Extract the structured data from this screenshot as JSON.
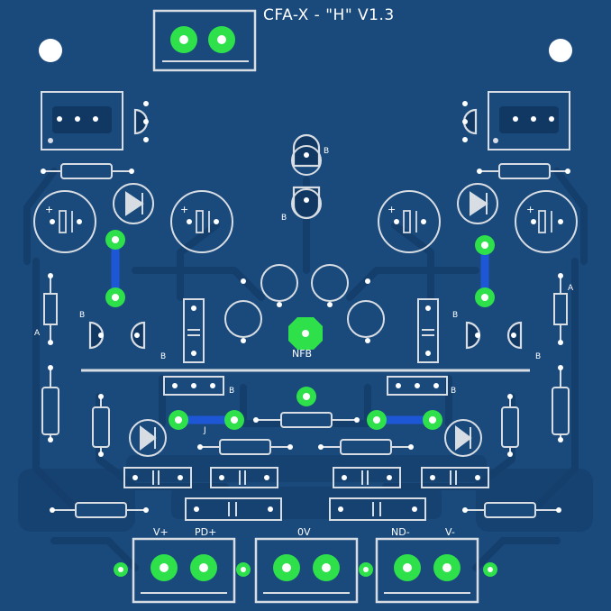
{
  "title": "CFA-X - \"H\" V1.3",
  "labels": {
    "nfb": "NFB",
    "vplus": "V+",
    "pdplus": "PD+",
    "zero_v": "0V",
    "ndminus": "ND-",
    "vminus": "V-",
    "b": "B",
    "j": "J",
    "plus": "+",
    "a": "A"
  },
  "colors": {
    "board": "#1a4a7c",
    "copper": "#164474",
    "silkscreen": "#d8dde3",
    "pad": "#2ee04a",
    "jumper": "#1e57d6",
    "hole": "#ffffff"
  }
}
